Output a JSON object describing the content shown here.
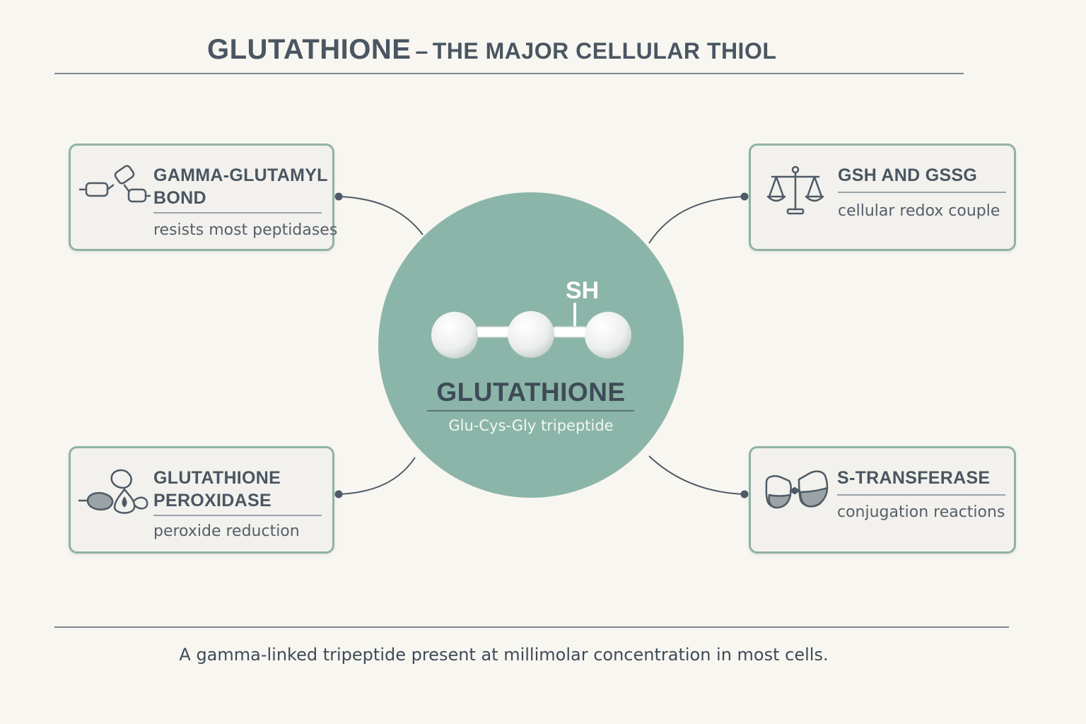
{
  "title": {
    "main": "GLUTATHIONE",
    "separator": "–",
    "subtitle": "THE MAJOR CELLULAR THIOL"
  },
  "center": {
    "name": "GLUTATHIONE",
    "description": "Glu-Cys-Gly tripeptide",
    "group_label": "SH"
  },
  "cards": {
    "gamma": {
      "heading": "GAMMA-GLUTAMYL\nBOND",
      "description": "resists most peptidases",
      "icon": "linked-chain-icon"
    },
    "gsh": {
      "heading": "GSH AND GSSG",
      "description": "cellular redox couple",
      "icon": "balance-scale-icon"
    },
    "gpx": {
      "heading": "GLUTATHIONE\nPEROXIDASE",
      "description": "peroxide reduction",
      "icon": "enzyme-droplet-icon"
    },
    "gst": {
      "heading": "S-TRANSFERASE",
      "description": "conjugation reactions",
      "icon": "enzyme-conjugation-icon"
    }
  },
  "footer": "A gamma-linked tripeptide present at millimolar concentration in most cells.",
  "colors": {
    "background": "#f8f6f1",
    "accent_teal": "#8bb5a8",
    "card_border": "#8fb2a6",
    "text_dark": "#3e4b57"
  }
}
